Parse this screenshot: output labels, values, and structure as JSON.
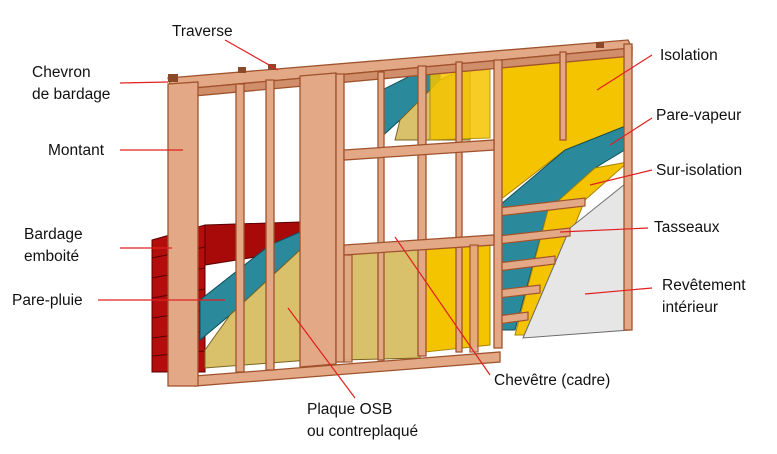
{
  "labels": {
    "traverse": "Traverse",
    "chevron_1": "Chevron",
    "chevron_2": "de bardage",
    "montant": "Montant",
    "bardage_1": "Bardage",
    "bardage_2": "emboité",
    "pare_pluie": "Pare-pluie",
    "isolation": "Isolation",
    "pare_vapeur": "Pare-vapeur",
    "sur_isolation": "Sur-isolation",
    "tasseaux": "Tasseaux",
    "revetement_1": "Revêtement",
    "revetement_2": "intérieur",
    "chevetre": "Chevêtre (cadre)",
    "plaque_1": "Plaque OSB",
    "plaque_2": "ou contreplaqué"
  },
  "colors": {
    "wood": "#e3a885",
    "wood_edge": "#a0522d",
    "insulation": "#f5c400",
    "osb": "#d9c06a",
    "membrane": "#2a8a9c",
    "cladding": "#b30d0d",
    "drywall": "#e6e6e6",
    "leader": "#e02020"
  }
}
